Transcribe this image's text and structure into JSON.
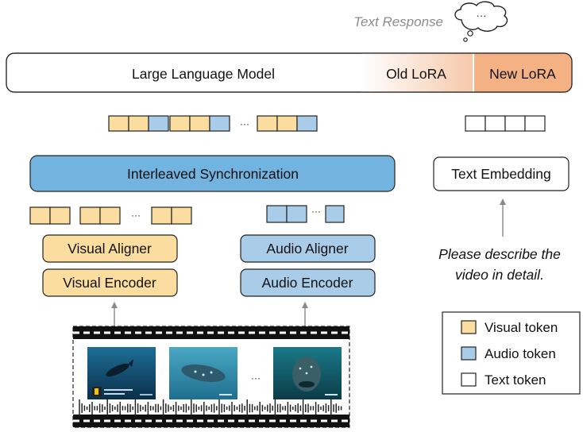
{
  "response": {
    "label": "Text Response",
    "bubble_text": "···"
  },
  "llm": {
    "label": "Large Language Model",
    "old_lora": "Old LoRA",
    "new_lora": "New LoRA"
  },
  "sync": {
    "label": "Interleaved Synchronization"
  },
  "visual_aligner": {
    "label": "Visual Aligner"
  },
  "visual_encoder": {
    "label": "Visual Encoder"
  },
  "audio_aligner": {
    "label": "Audio Aligner"
  },
  "audio_encoder": {
    "label": "Audio Encoder"
  },
  "text_embedding": {
    "label": "Text Embedding"
  },
  "prompt": {
    "line1": "Please describe the",
    "line2": "video in detail."
  },
  "ellipsis": "···",
  "legend": {
    "visual": "Visual token",
    "audio": "Audio token",
    "text": "Text token"
  },
  "colors": {
    "visual": "#FBDDA0",
    "audio": "#A9CCE8",
    "sync": "#73B3E0",
    "old_lora": "#FBE2D3",
    "new_lora": "#F4B183",
    "border": "#222222"
  },
  "icons": [
    "thought-bubble-icon",
    "up-arrow-icon",
    "film-strip-icon",
    "audio-waveform-icon"
  ]
}
